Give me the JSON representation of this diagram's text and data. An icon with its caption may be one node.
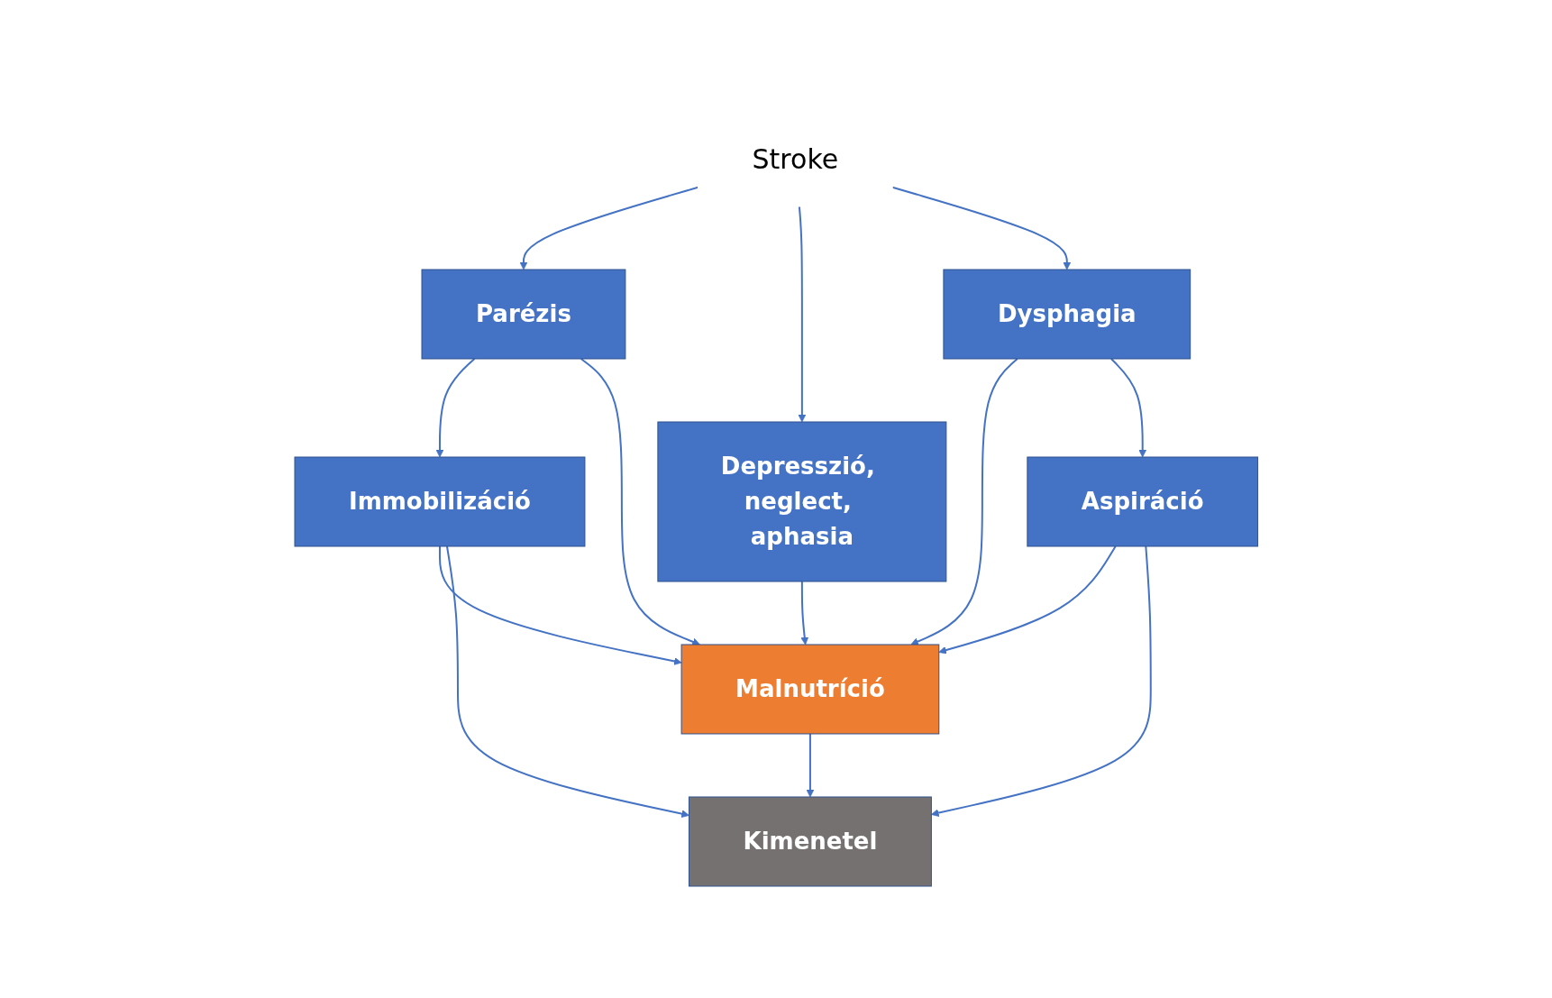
{
  "diagram": {
    "nodes": [
      {
        "text": [
          "Stroke"
        ]
      },
      {
        "text": [
          "Parézis"
        ]
      },
      {
        "text": [
          "Depresszió, neglect, aphasia"
        ]
      },
      {
        "text": [
          "Dysphagia"
        ]
      },
      {
        "text": [
          "Immobilizáció"
        ]
      },
      {
        "text": [
          "Malnutríció"
        ]
      },
      {
        "text": [
          "Aspiráció"
        ]
      },
      {
        "text": [
          "Kimenetel"
        ]
      }
    ],
    "edges": [
      {
        "from": 0,
        "to": 1,
        "arrow": "to"
      },
      {
        "from": 0,
        "to": 2,
        "arrow": "to"
      },
      {
        "from": 0,
        "to": 3,
        "arrow": "to"
      },
      {
        "from": 1,
        "to": 4,
        "arrow": "to"
      },
      {
        "from": 1,
        "to": 5,
        "arrow": "to"
      },
      {
        "from": 2,
        "to": 5,
        "arrow": "to"
      },
      {
        "from": 3,
        "to": 5,
        "arrow": "to"
      },
      {
        "from": 3,
        "to": 6,
        "arrow": "to"
      },
      {
        "from": 4,
        "to": 5,
        "arrow": "to"
      },
      {
        "from": 6,
        "to": 5,
        "arrow": "to"
      },
      {
        "from": 4,
        "to": 7,
        "arrow": "to"
      },
      {
        "from": 5,
        "to": 7,
        "arrow": "to"
      },
      {
        "from": 6,
        "to": 7,
        "arrow": "to"
      }
    ]
  }
}
